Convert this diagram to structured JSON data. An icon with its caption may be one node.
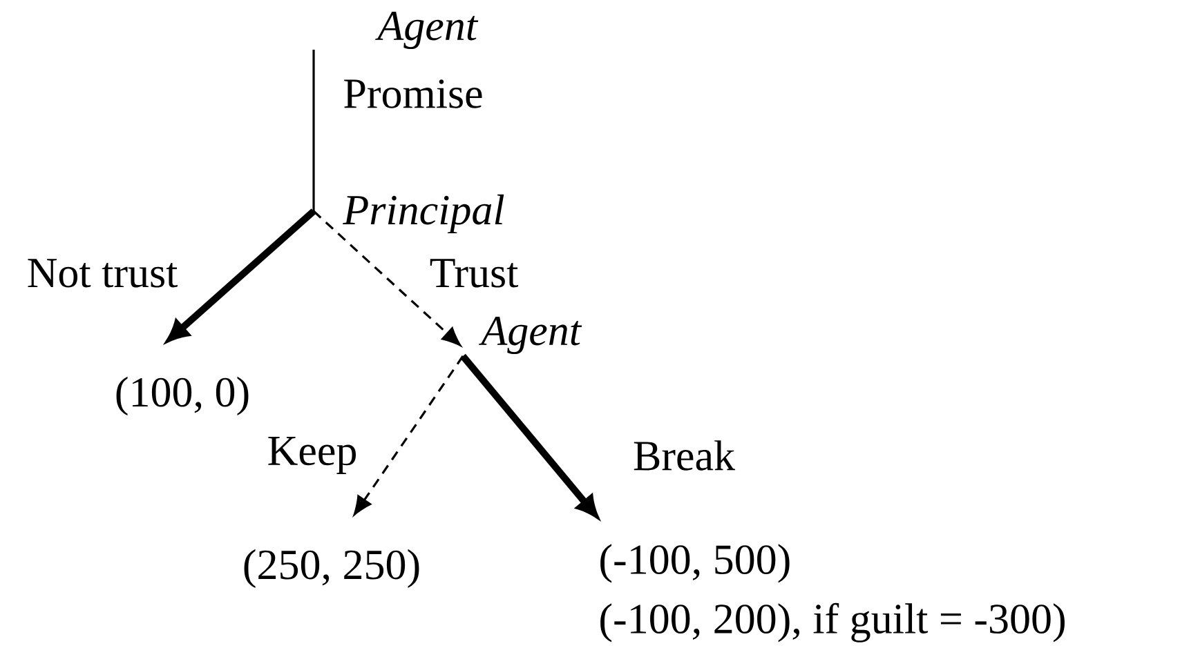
{
  "diagram": {
    "nodes": [
      {
        "text": [
          "Agent"
        ]
      },
      {
        "text": [
          "Principal"
        ]
      },
      {
        "text": [
          "(100, 0)"
        ]
      },
      {
        "text": [
          "Agent"
        ]
      },
      {
        "text": [
          "(250, 250)"
        ]
      },
      {
        "text": [
          "(-100, 500)",
          "(-100, 200), if guilt = -300)"
        ]
      }
    ],
    "edges": [
      {
        "from": 0,
        "to": 1,
        "arrow": "none",
        "label": "Promise"
      },
      {
        "from": 1,
        "to": 2,
        "arrow": "to",
        "label": "Not trust",
        "style": "thick"
      },
      {
        "from": 1,
        "to": 3,
        "arrow": "to",
        "label": "Trust",
        "style": "dashed"
      },
      {
        "from": 3,
        "to": 4,
        "arrow": "to",
        "label": "Keep",
        "style": "dashed"
      },
      {
        "from": 3,
        "to": 5,
        "arrow": "to",
        "label": "Break",
        "style": "thick"
      }
    ]
  }
}
